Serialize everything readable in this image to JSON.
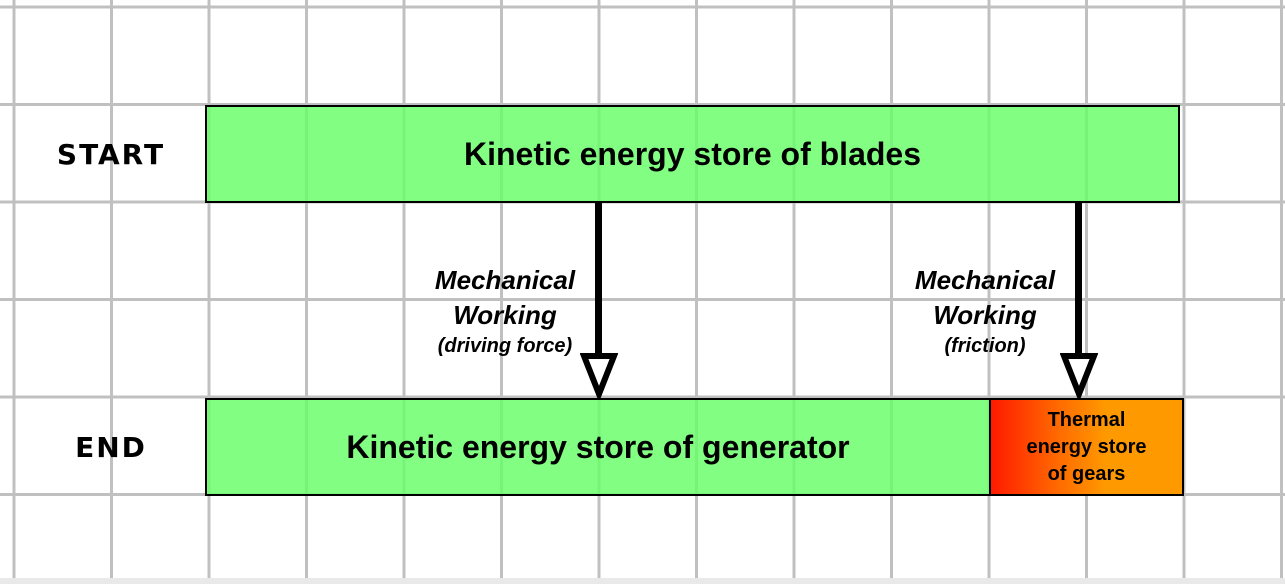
{
  "diagram": {
    "rows": {
      "start_label": "START",
      "end_label": "END"
    },
    "start_store": {
      "label": "Kinetic energy store of blades",
      "color": "#66ff66"
    },
    "end_stores": [
      {
        "label": "Kinetic energy store of generator",
        "color": "#66ff66"
      },
      {
        "label_lines": [
          "Thermal",
          "energy store",
          "of gears"
        ],
        "color": "#ff9900"
      }
    ],
    "transfers": [
      {
        "line1": "Mechanical",
        "line2": "Working",
        "line3": "(driving force)"
      },
      {
        "line1": "Mechanical",
        "line2": "Working",
        "line3": "(friction)"
      }
    ],
    "grid_color": "#c0c0c0"
  }
}
